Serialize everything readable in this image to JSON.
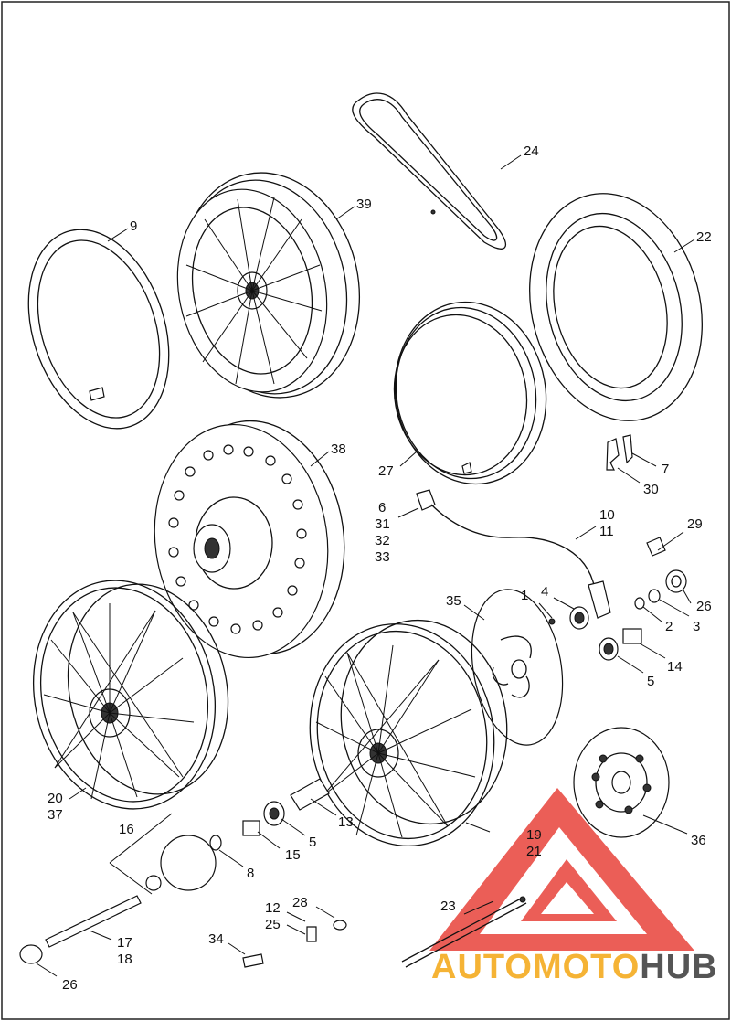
{
  "labels": {
    "l24": "24",
    "l39": "39",
    "l9": "9",
    "l22": "22",
    "l38": "38",
    "l27": "27",
    "l7": "7",
    "l30": "30",
    "l6": "6",
    "l31": "31",
    "l32": "32",
    "l33": "33",
    "l10": "10",
    "l11": "11",
    "l29": "29",
    "l35": "35",
    "l1": "1",
    "l4": "4",
    "l2": "2",
    "l3": "3",
    "l26a": "26",
    "l14": "14",
    "l5a": "5",
    "l20": "20",
    "l37": "37",
    "l13": "13",
    "l16": "16",
    "l5b": "5",
    "l15": "15",
    "l8": "8",
    "l19": "19",
    "l21": "21",
    "l36": "36",
    "l28": "28",
    "l12": "12",
    "l25": "25",
    "l23": "23",
    "l34": "34",
    "l17": "17",
    "l18": "18",
    "l26b": "26"
  },
  "watermark": {
    "part1": "AUTO",
    "part2": "MOTO",
    "part3": "HUB",
    "color_red": "#e8423a",
    "color_orange": "#f5b335",
    "color_gray": "#555555"
  }
}
